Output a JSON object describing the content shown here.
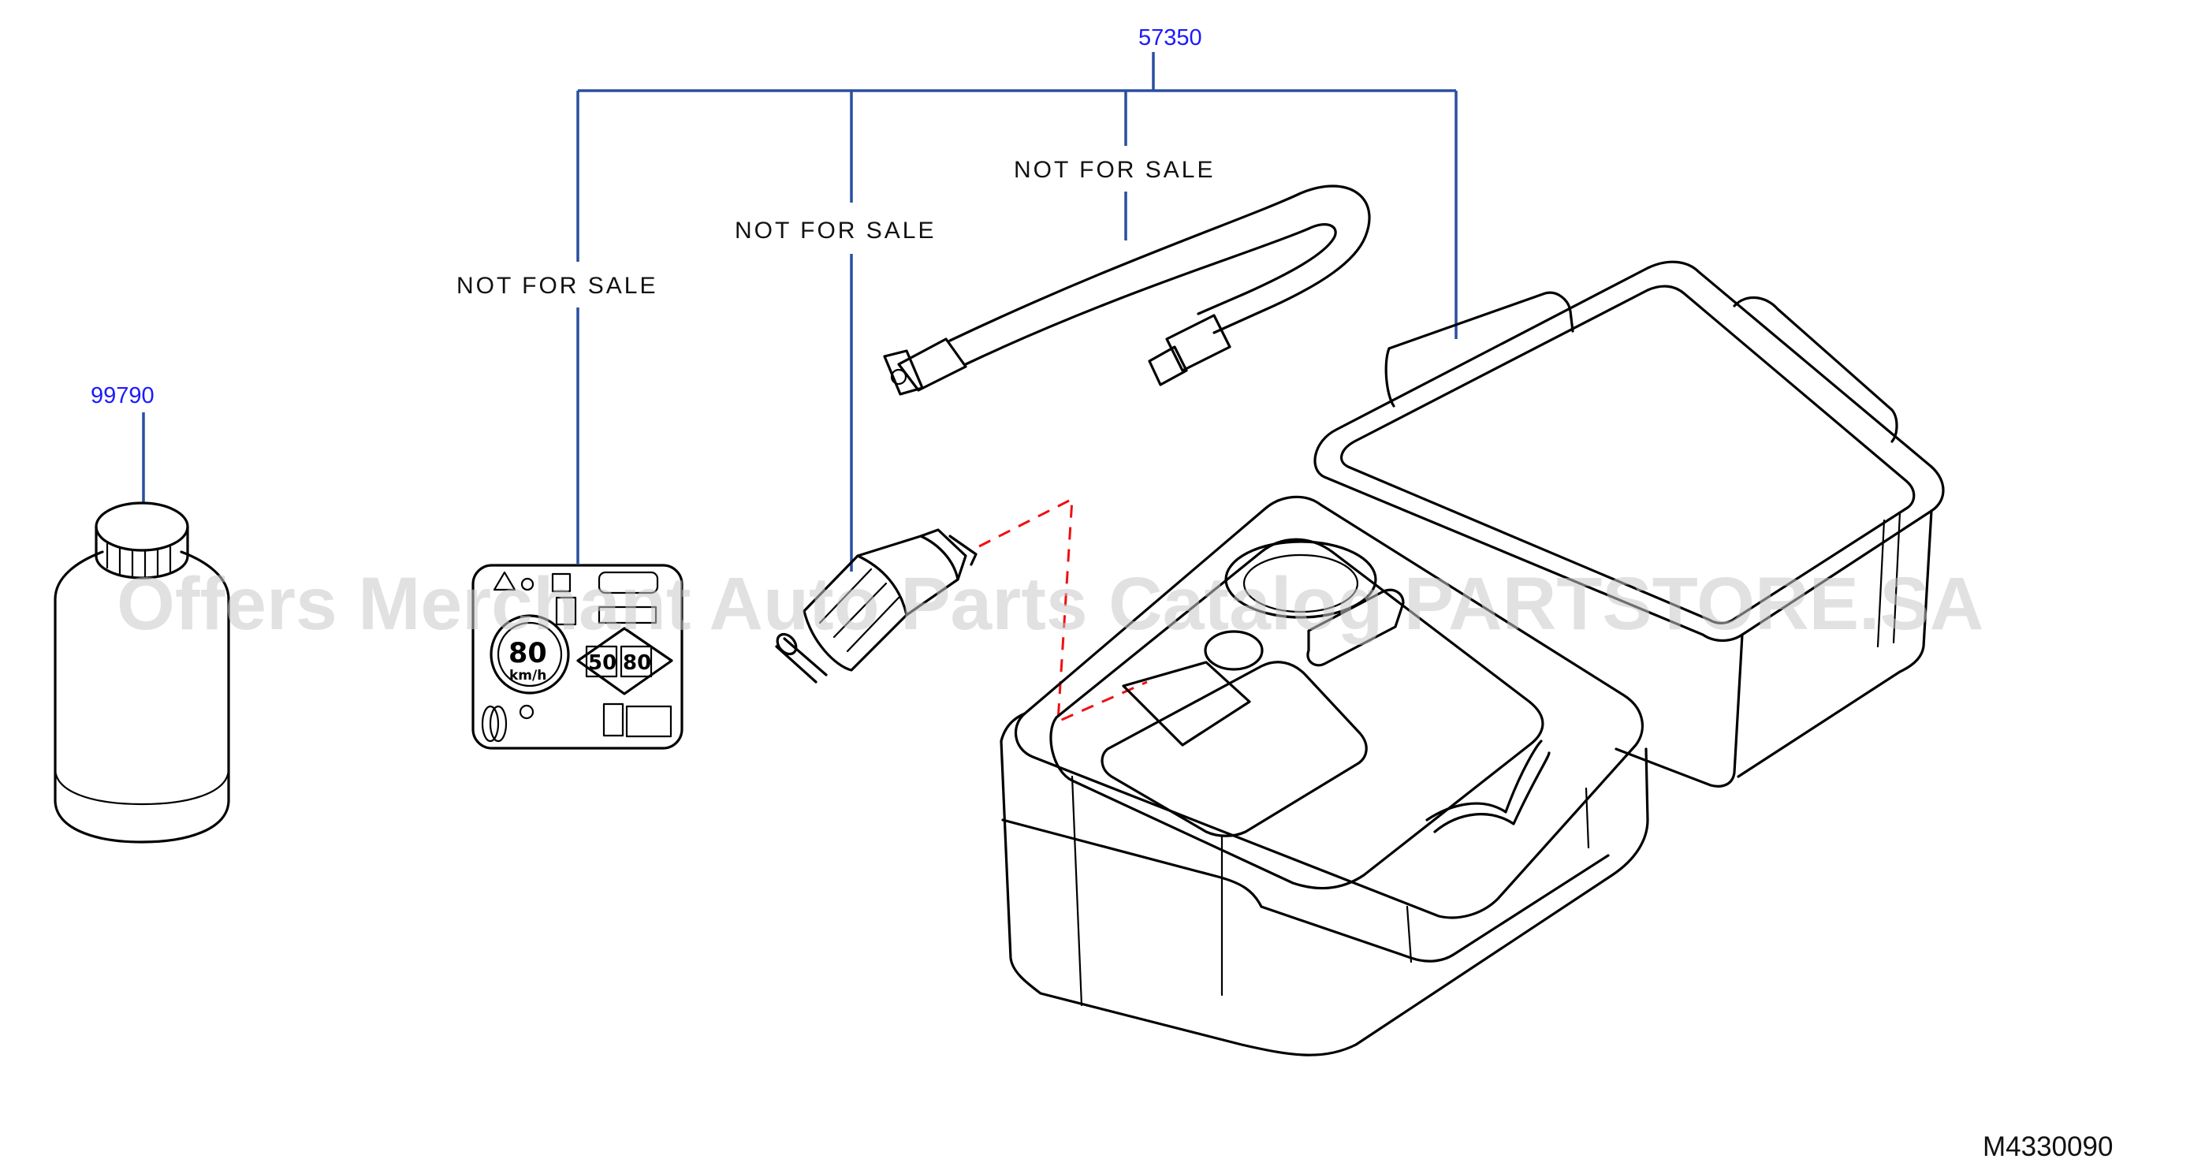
{
  "part_numbers": {
    "kit": "57350",
    "sealant_bottle": "99790"
  },
  "not_for_sale_labels": {
    "label_sticker": "NOT FOR SALE",
    "power_plug": "NOT FOR SALE",
    "air_hose": "NOT FOR SALE"
  },
  "sticker": {
    "speed_value": "80",
    "speed_unit": "km/h",
    "pressure_left": "50",
    "pressure_right": "80"
  },
  "diagram_code": "M4330090",
  "watermark": "Offers Merchant Auto Parts Catalog PARTSTORE.SA",
  "colors": {
    "part_number_text": "#1a1aff",
    "leader_line": "#2a4fa0",
    "dashed_connector": "#e11111",
    "line_art": "#000000"
  }
}
